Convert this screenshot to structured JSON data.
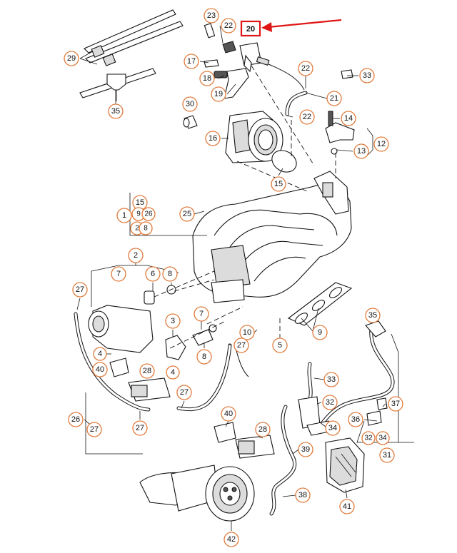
{
  "colors": {
    "label_ring": "#e07a3a",
    "highlight": "#e01616",
    "ink": "#111111"
  },
  "highlight": {
    "label": "20"
  },
  "callouts": {
    "c23": "23",
    "c22a": "22",
    "c17": "17",
    "c18": "18",
    "c19": "19",
    "c22b": "22",
    "c33a": "33",
    "c21": "21",
    "c30": "30",
    "c22c": "22",
    "c14": "14",
    "c16": "16",
    "c12": "12",
    "c13": "13",
    "c15a": "15",
    "c29": "29",
    "c35a": "35",
    "c15b": "15",
    "c1": "1",
    "c9a": "9",
    "c26a": "26",
    "c2a": "2",
    "c8a": "8",
    "c25": "25",
    "c2b": "2",
    "c7a": "7",
    "c6": "6",
    "c8b": "8",
    "c27a": "27",
    "c3": "3",
    "c7b": "7",
    "c8c": "8",
    "c4a": "4",
    "c40a": "40",
    "c28a": "28",
    "c4b": "4",
    "c10": "10",
    "c5": "5",
    "c27b": "27",
    "c9b": "9",
    "c35b": "35",
    "c33b": "33",
    "c32a": "32",
    "c37": "37",
    "c36": "36",
    "c34a": "34",
    "c32b": "32",
    "c34b": "34",
    "c31": "31",
    "c27c": "27",
    "c26b": "26",
    "c27d": "27",
    "c27e": "27",
    "c40b": "40",
    "c28b": "28",
    "c39": "39",
    "c38": "38",
    "c41": "41",
    "c42": "42"
  }
}
